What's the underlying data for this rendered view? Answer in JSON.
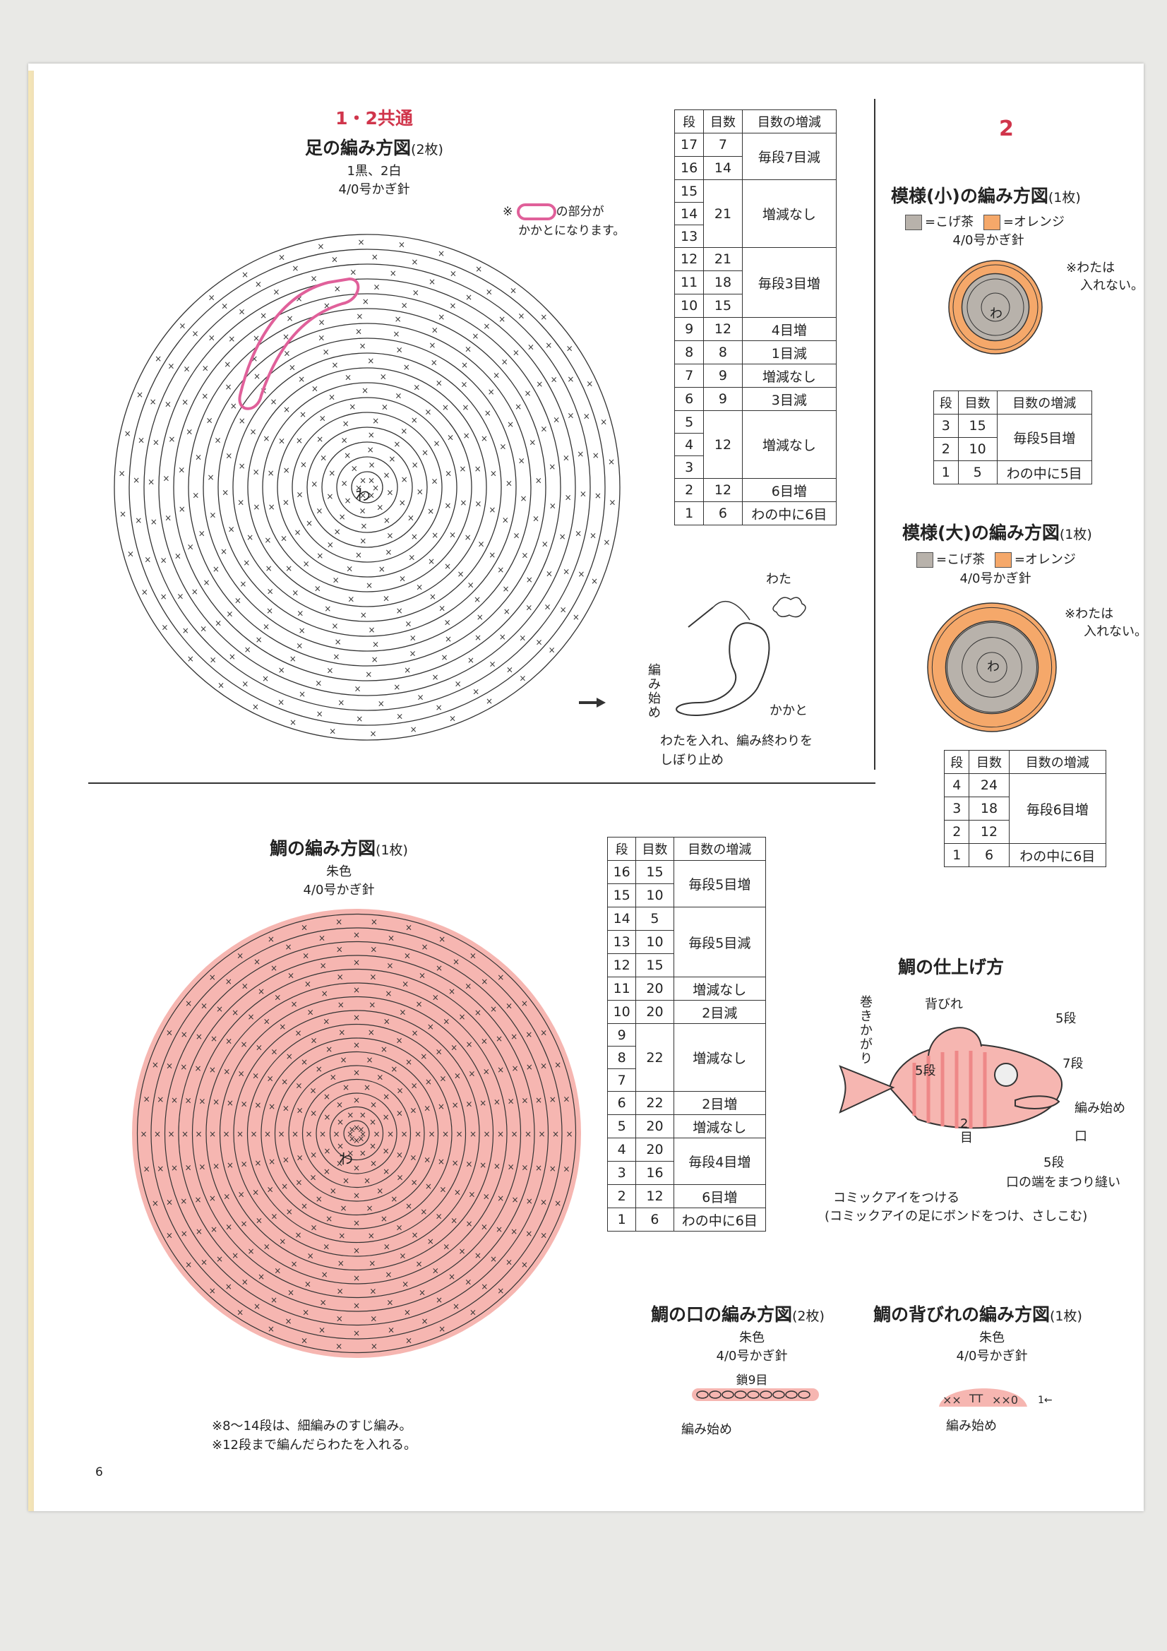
{
  "colors": {
    "orange": "#f5a86a",
    "brown": "#b8b2ab",
    "pink": "#f6b6b1",
    "accent_red": "#d0354b",
    "heel_pink": "#e0609a"
  },
  "page_number": "6",
  "foot": {
    "common_label": "1・2共通",
    "title": "足の編み方図",
    "title_count": "(2枚)",
    "color_line": "1黒、2白",
    "hook": "4/0号かぎ針",
    "note_prefix": "※",
    "note_suffix": "の部分が",
    "note_line2": "かかとになります。",
    "center_label": "わ",
    "table": {
      "headers": [
        "段",
        "目数",
        "目数の増減"
      ],
      "groups": [
        {
          "rows": [
            "17",
            "16"
          ],
          "counts": [
            "7",
            "14"
          ],
          "change": "毎段7目減"
        },
        {
          "rows": [
            "15",
            "14",
            "13"
          ],
          "counts": [
            "21"
          ],
          "change": "増減なし"
        },
        {
          "rows": [
            "12",
            "11",
            "10"
          ],
          "counts": [
            "21",
            "18",
            "15"
          ],
          "change": "毎段3目増"
        },
        {
          "rows": [
            "9"
          ],
          "counts": [
            "12"
          ],
          "change": "4目増"
        },
        {
          "rows": [
            "8"
          ],
          "counts": [
            "8"
          ],
          "change": "1目減"
        },
        {
          "rows": [
            "7"
          ],
          "counts": [
            "9"
          ],
          "change": "増減なし"
        },
        {
          "rows": [
            "6"
          ],
          "counts": [
            "9"
          ],
          "change": "3目減"
        },
        {
          "rows": [
            "5",
            "4",
            "3"
          ],
          "counts": [
            "12"
          ],
          "change": "増減なし"
        },
        {
          "rows": [
            "2"
          ],
          "counts": [
            "12"
          ],
          "change": "6目増"
        },
        {
          "rows": [
            "1"
          ],
          "counts": [
            "6"
          ],
          "change": "わの中に6目"
        }
      ]
    },
    "illustration": {
      "wata": "わた",
      "start_vertical": "編み始め",
      "heel": "かかと",
      "caption_line1": "わたを入れ、編み終わりを",
      "caption_line2": "しぼり止め"
    }
  },
  "pattern": {
    "number": "2",
    "small": {
      "title": "模様(小)の編み方図",
      "title_count": "(1枚)",
      "legend_brown": "=こげ茶",
      "legend_orange": "=オレンジ",
      "hook": "4/0号かぎ針",
      "note_line1": "※わたは",
      "note_line2": "入れない。",
      "center_label": "わ",
      "table": {
        "headers": [
          "段",
          "目数",
          "目数の増減"
        ],
        "groups": [
          {
            "rows": [
              "3",
              "2"
            ],
            "counts": [
              "15",
              "10"
            ],
            "change": "毎段5目増"
          },
          {
            "rows": [
              "1"
            ],
            "counts": [
              "5"
            ],
            "change": "わの中に5目"
          }
        ]
      }
    },
    "large": {
      "title": "模様(大)の編み方図",
      "title_count": "(1枚)",
      "legend_brown": "=こげ茶",
      "legend_orange": "=オレンジ",
      "hook": "4/0号かぎ針",
      "note_line1": "※わたは",
      "note_line2": "入れない。",
      "center_label": "わ",
      "table": {
        "headers": [
          "段",
          "目数",
          "目数の増減"
        ],
        "groups": [
          {
            "rows": [
              "4",
              "3",
              "2"
            ],
            "counts": [
              "24",
              "18",
              "12"
            ],
            "change": "毎段6目増"
          },
          {
            "rows": [
              "1"
            ],
            "counts": [
              "6"
            ],
            "change": "わの中に6目"
          }
        ]
      }
    }
  },
  "tai": {
    "title": "鯛の編み方図",
    "title_count": "(1枚)",
    "color": "朱色",
    "hook": "4/0号かぎ針",
    "center_label": "わ",
    "note1": "※8〜14段は、細編みのすじ編み。",
    "note2": "※12段まで編んだらわたを入れる。",
    "table": {
      "headers": [
        "段",
        "目数",
        "目数の増減"
      ],
      "groups": [
        {
          "rows": [
            "16",
            "15"
          ],
          "counts": [
            "15",
            "10"
          ],
          "change": "毎段5目増"
        },
        {
          "rows": [
            "14",
            "13",
            "12"
          ],
          "counts": [
            "5",
            "10",
            "15"
          ],
          "change": "毎段5目減"
        },
        {
          "rows": [
            "11"
          ],
          "counts": [
            "20"
          ],
          "change": "増減なし"
        },
        {
          "rows": [
            "10"
          ],
          "counts": [
            "20"
          ],
          "change": "2目減"
        },
        {
          "rows": [
            "9",
            "8",
            "7"
          ],
          "counts": [
            "22"
          ],
          "change": "増減なし"
        },
        {
          "rows": [
            "6"
          ],
          "counts": [
            "22"
          ],
          "change": "2目増"
        },
        {
          "rows": [
            "5"
          ],
          "counts": [
            "20"
          ],
          "change": "増減なし"
        },
        {
          "rows": [
            "4",
            "3"
          ],
          "counts": [
            "20",
            "16"
          ],
          "change": "毎段4目増"
        },
        {
          "rows": [
            "2"
          ],
          "counts": [
            "12"
          ],
          "change": "6目増"
        },
        {
          "rows": [
            "1"
          ],
          "counts": [
            "6"
          ],
          "change": "わの中に6目"
        }
      ]
    }
  },
  "finish": {
    "title": "鯛の仕上げ方",
    "maki_kagari": "巻きかがり",
    "sebire": "背びれ",
    "go_dan_a": "5段",
    "go_dan_b": "5段",
    "go_dan_c": "5段",
    "nana_dan": "7段",
    "ni_me": "2目",
    "amihajime": "編み始め",
    "kuchi": "口",
    "kuchi_hashi": "口の端をまつり縫い",
    "eye_line1": "コミックアイをつける",
    "eye_line2": "(コミックアイの足にボンドをつけ、さしこむ)"
  },
  "mouth": {
    "title": "鯛の口の編み方図",
    "title_count": "(2枚)",
    "color": "朱色",
    "hook": "4/0号かぎ針",
    "chain": "鎖9目",
    "start": "編み始め"
  },
  "fin": {
    "title": "鯛の背びれの編み方図",
    "title_count": "(1枚)",
    "color": "朱色",
    "hook": "4/0号かぎ針",
    "row_mark": "1←",
    "start": "編み始め"
  }
}
